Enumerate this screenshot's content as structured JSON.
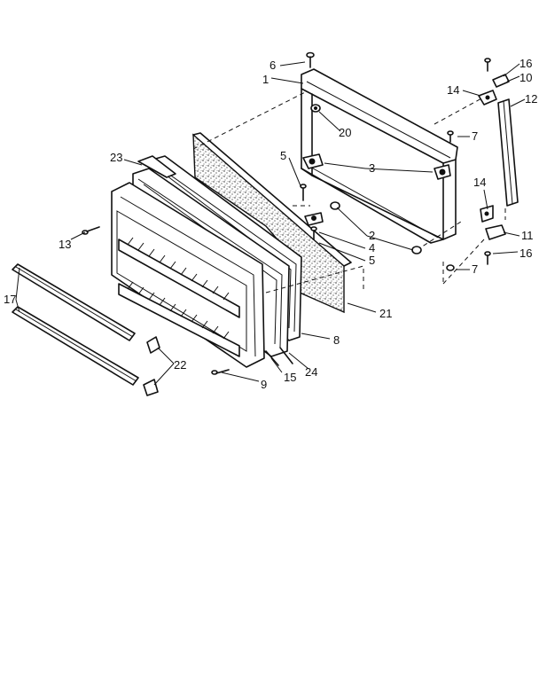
{
  "callouts": [
    {
      "id": "c1",
      "text": "1"
    },
    {
      "id": "c2",
      "text": "2"
    },
    {
      "id": "c3",
      "text": "3"
    },
    {
      "id": "c4",
      "text": "4"
    },
    {
      "id": "c5a",
      "text": "5"
    },
    {
      "id": "c5b",
      "text": "5"
    },
    {
      "id": "c6",
      "text": "6"
    },
    {
      "id": "c7a",
      "text": "7"
    },
    {
      "id": "c7b",
      "text": "7"
    },
    {
      "id": "c8",
      "text": "8"
    },
    {
      "id": "c9",
      "text": "9"
    },
    {
      "id": "c10",
      "text": "10"
    },
    {
      "id": "c11",
      "text": "11"
    },
    {
      "id": "c12",
      "text": "12"
    },
    {
      "id": "c13",
      "text": "13"
    },
    {
      "id": "c14a",
      "text": "14"
    },
    {
      "id": "c14b",
      "text": "14"
    },
    {
      "id": "c15",
      "text": "15"
    },
    {
      "id": "c16a",
      "text": "16"
    },
    {
      "id": "c16b",
      "text": "16"
    },
    {
      "id": "c17",
      "text": "17"
    },
    {
      "id": "c20",
      "text": "20"
    },
    {
      "id": "c21",
      "text": "21"
    },
    {
      "id": "c22",
      "text": "22"
    },
    {
      "id": "c23",
      "text": "23"
    },
    {
      "id": "c24",
      "text": "24"
    }
  ]
}
